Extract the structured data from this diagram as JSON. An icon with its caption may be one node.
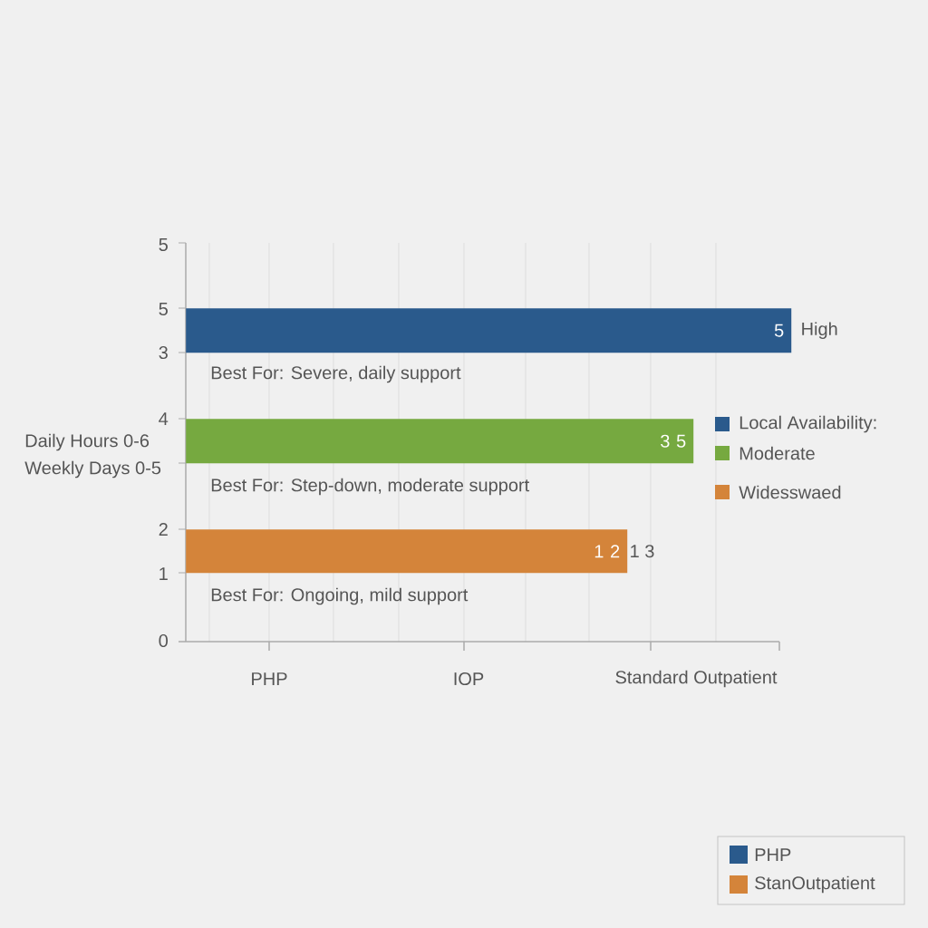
{
  "diagram": {
    "nodes": [
      {
        "text": [
          "5"
        ],
        "beside": [
          "High"
        ]
      },
      {
        "text": [
          "3 5"
        ]
      },
      {
        "text": [
          "1 2"
        ],
        "beside": [
          "1 3"
        ]
      }
    ],
    "labels": [
      "5",
      "5",
      "3",
      "4",
      "Daily Hours 0-6",
      "Weekly Days 0-5",
      "2",
      "1",
      "0",
      "Best For: Severe, daily support",
      "Best For: Step-down, moderate support",
      "Best For: Ongoing, mild support",
      "PHP",
      "IOP",
      "Standard Outpatient"
    ],
    "legend": [
      {
        "text": "Local Availability:",
        "color": "#2a5a8c"
      },
      {
        "text": "Moderate",
        "color": "#76a940"
      },
      {
        "text": "Widesswaed",
        "color": "#d4843a"
      },
      {
        "text": "PHP",
        "color": "#2a5a8c"
      },
      {
        "text": "StanOutpatient",
        "color": "#d4843a"
      }
    ]
  }
}
